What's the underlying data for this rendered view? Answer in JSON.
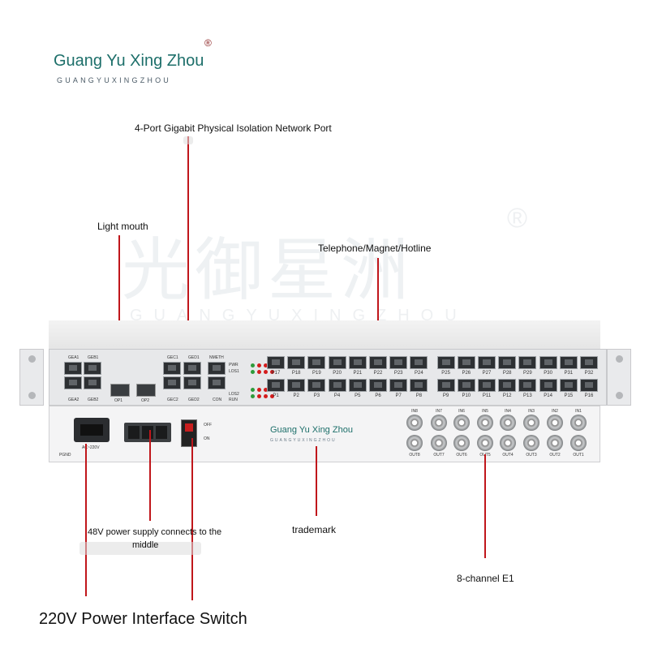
{
  "logo": {
    "name": "Guang Yu Xing Zhou",
    "registered": "®",
    "sub": "GUANGYUXINGZHOU"
  },
  "watermark": {
    "chinese": "光御星洲",
    "sub": "GUANGYUXINGZHOU",
    "registered": "®"
  },
  "labels": {
    "gigabit": "4-Port Gigabit Physical Isolation Network Port",
    "light_mouth": "Light mouth",
    "telephone": "Telephone/Magnet/Hotline",
    "power48_line1": "48V power supply connects to the",
    "power48_line2": "middle",
    "trademark": "trademark",
    "e1": "8-channel E1",
    "power220": "220V Power Interface Switch"
  },
  "device": {
    "front_labels": {
      "gea1": "GEA1",
      "geb1": "GEB1",
      "gea2": "GEA2",
      "geb2": "GEB2",
      "gec1": "GEC1",
      "ged1": "GED1",
      "gec2": "GEC2",
      "ged2": "GED2",
      "nmeth": "NMETH",
      "con": "CON",
      "op1": "OP1",
      "op2": "OP2",
      "led_labels": [
        "PWR",
        "LOS1",
        "LOS2",
        "RUN"
      ]
    },
    "top_ports": [
      "P17",
      "P18",
      "P19",
      "P20",
      "P21",
      "P22",
      "P23",
      "P24",
      "P25",
      "P26",
      "P27",
      "P28",
      "P29",
      "P30",
      "P31",
      "P32"
    ],
    "bottom_ports": [
      "P1",
      "P2",
      "P3",
      "P4",
      "P5",
      "P6",
      "P7",
      "P8",
      "P9",
      "P10",
      "P11",
      "P12",
      "P13",
      "P14",
      "P15",
      "P16"
    ],
    "rear": {
      "pgnd": "PGND",
      "ac_label": "AC~220V",
      "off": "OFF",
      "on": "ON",
      "trademark_name": "Guang Yu Xing Zhou",
      "trademark_sub": "GUANGYUXINGZHOU",
      "e1_in": [
        "IN8",
        "IN7",
        "IN6",
        "IN5",
        "IN4",
        "IN3",
        "IN2",
        "IN1"
      ],
      "e1_out": [
        "OUT8",
        "OUT7",
        "OUT6",
        "OUT5",
        "OUT4",
        "OUT3",
        "OUT2",
        "OUT1"
      ]
    }
  },
  "colors": {
    "brand": "#1d6f6a",
    "callout_line": "#c0161b",
    "panel": "#e7e8ea"
  }
}
